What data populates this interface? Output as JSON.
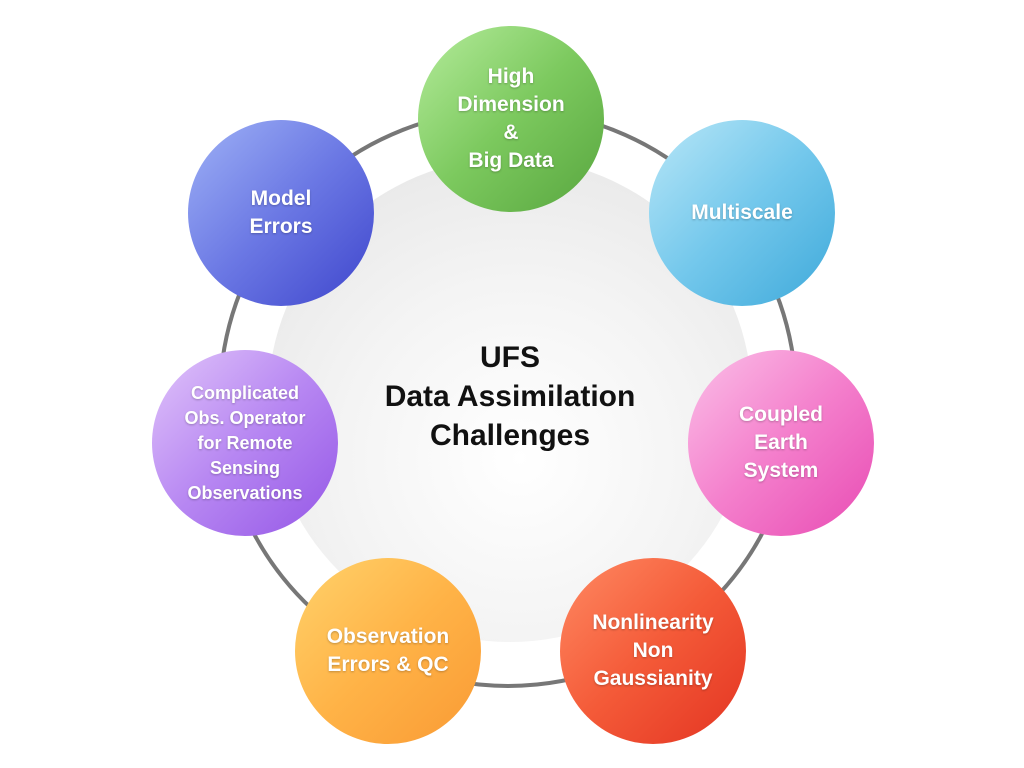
{
  "center": {
    "lines": [
      "UFS",
      "Data Assimilation",
      "Challenges"
    ]
  },
  "nodes": [
    {
      "id": "high-dimension",
      "lines": [
        "High",
        "Dimension",
        "&",
        "Big Data"
      ],
      "color": "#7cc95e"
    },
    {
      "id": "multiscale",
      "lines": [
        "Multiscale"
      ],
      "color": "#5bbbe5"
    },
    {
      "id": "coupled-earth-system",
      "lines": [
        "Coupled",
        "Earth",
        "System"
      ],
      "color": "#f47fcc"
    },
    {
      "id": "nonlinearity",
      "lines": [
        "Nonlinearity",
        "Non",
        "Gaussianity"
      ],
      "color": "#f04a2e"
    },
    {
      "id": "observation-errors",
      "lines": [
        "Observation",
        "Errors & QC"
      ],
      "color": "#ffb347"
    },
    {
      "id": "complicated-obs-operator",
      "lines": [
        "Complicated",
        "Obs. Operator",
        "for Remote",
        "Sensing",
        "Observations"
      ],
      "color": "#b787f2"
    },
    {
      "id": "model-errors",
      "lines": [
        "Model",
        "Errors"
      ],
      "color": "#5a64dc"
    }
  ]
}
